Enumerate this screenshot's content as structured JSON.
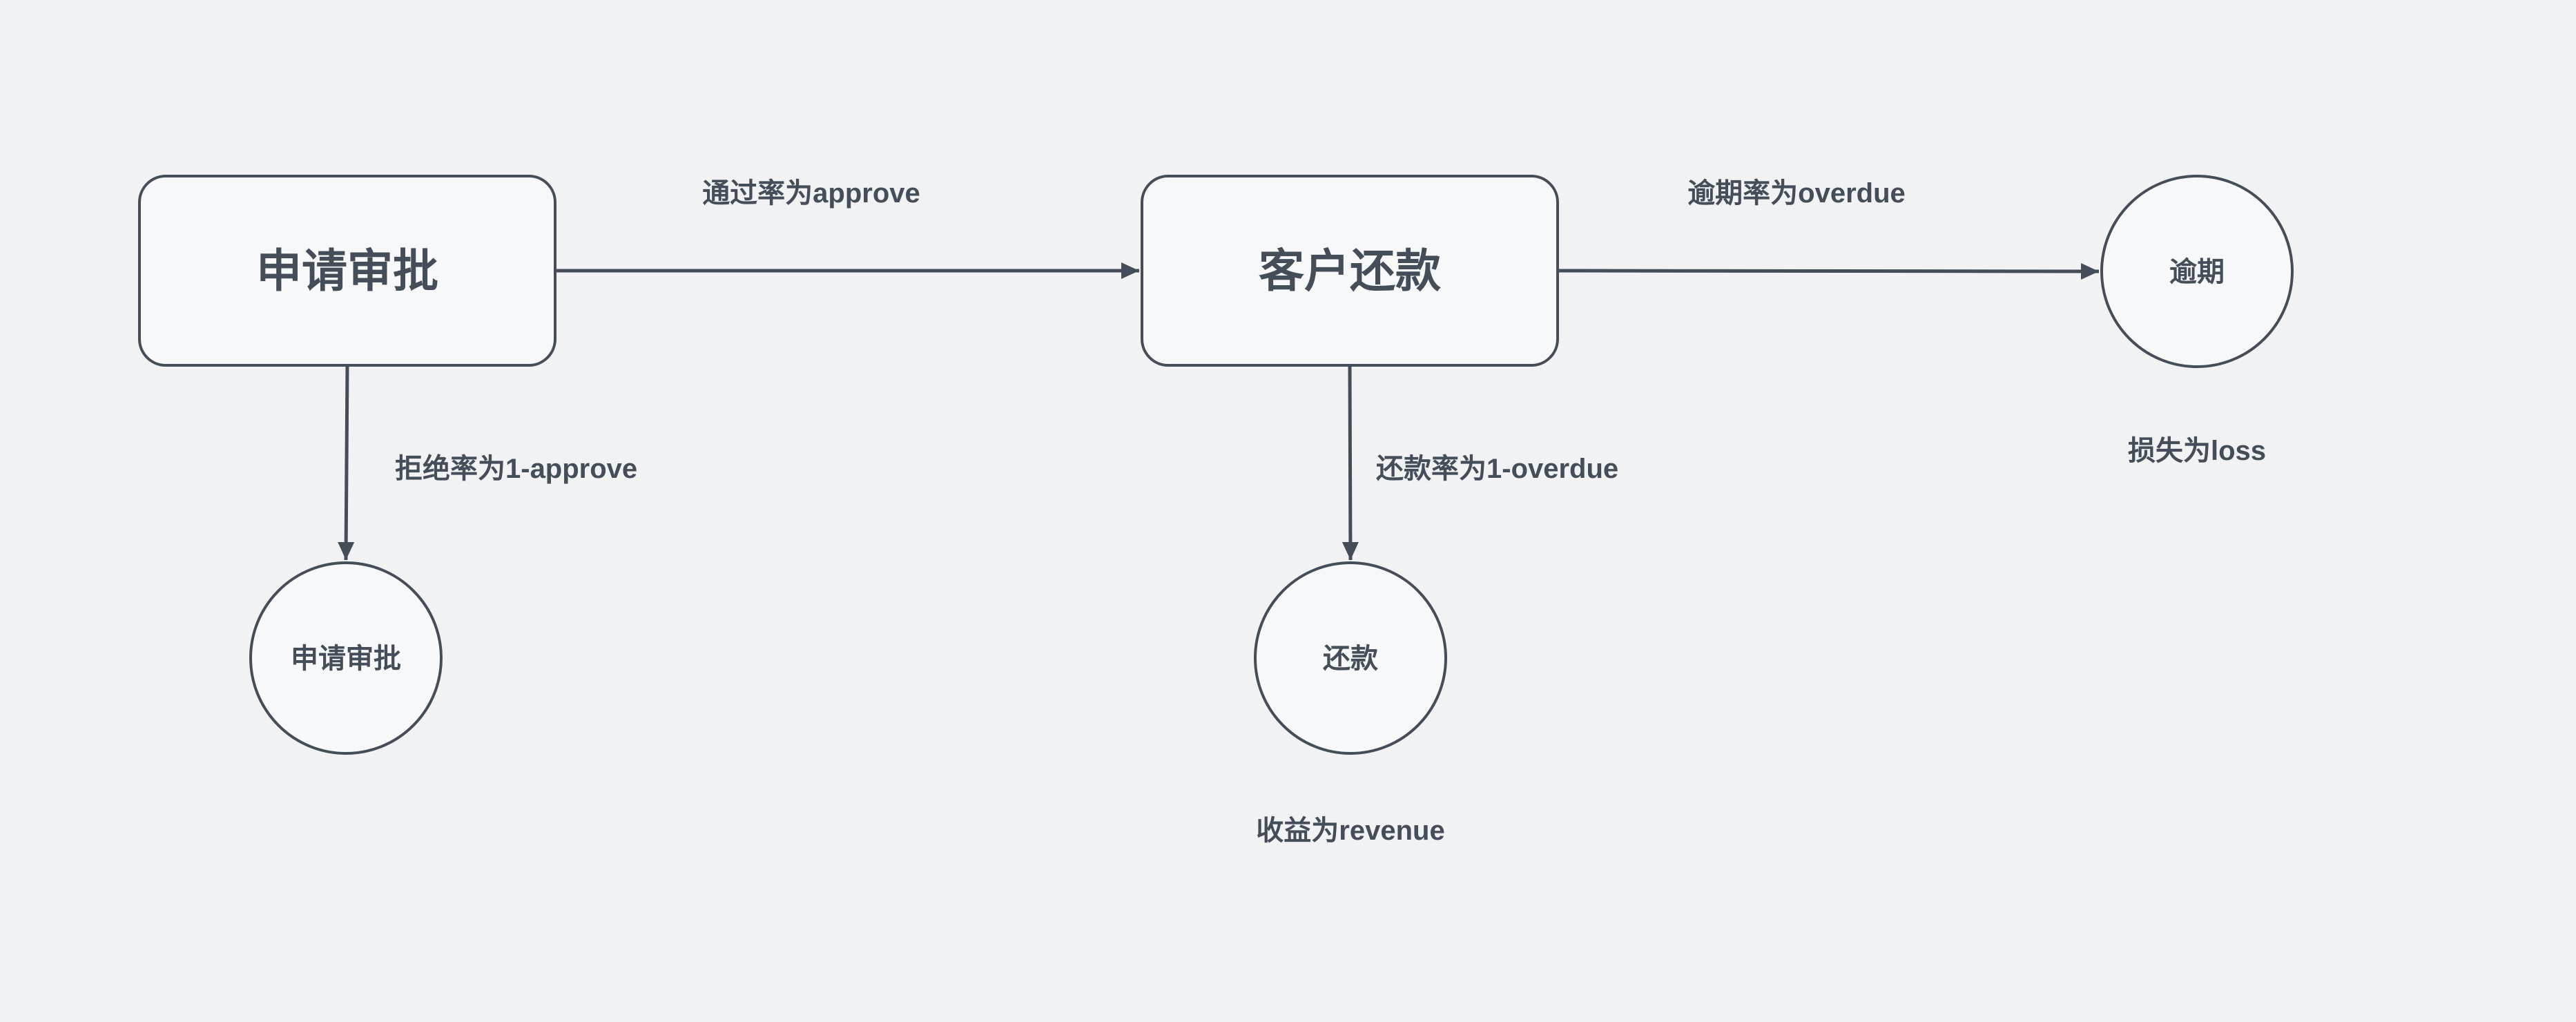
{
  "canvas": {
    "background_color": "#f1f2f4",
    "node_fill_color": "#f7f8f9",
    "stroke_color": "#454e58",
    "text_color": "#454e58"
  },
  "nodes": [
    {
      "id": "application-approval-box",
      "shape": "rounded-rect",
      "label": "申请审批"
    },
    {
      "id": "customer-repayment-box",
      "shape": "rounded-rect",
      "label": "客户还款"
    },
    {
      "id": "overdue-circle",
      "shape": "circle",
      "label": "逾期"
    },
    {
      "id": "application-approval-circle",
      "shape": "circle",
      "label": "申请审批"
    },
    {
      "id": "repayment-circle",
      "shape": "circle",
      "label": "还款"
    }
  ],
  "edges": [
    {
      "id": "approve-edge",
      "from": "申请审批",
      "to": "客户还款",
      "label": "通过率为approve"
    },
    {
      "id": "overdue-edge",
      "from": "客户还款",
      "to": "逾期",
      "label": "逾期率为overdue"
    },
    {
      "id": "reject-edge",
      "from": "申请审批",
      "to": "申请审批(圆)",
      "label": "拒绝率为1-approve"
    },
    {
      "id": "repay-edge",
      "from": "客户还款",
      "to": "还款",
      "label": "还款率为1-overdue"
    }
  ],
  "annotations": [
    {
      "id": "loss-note",
      "text": "损失为loss"
    },
    {
      "id": "revenue-note",
      "text": "收益为revenue"
    }
  ]
}
